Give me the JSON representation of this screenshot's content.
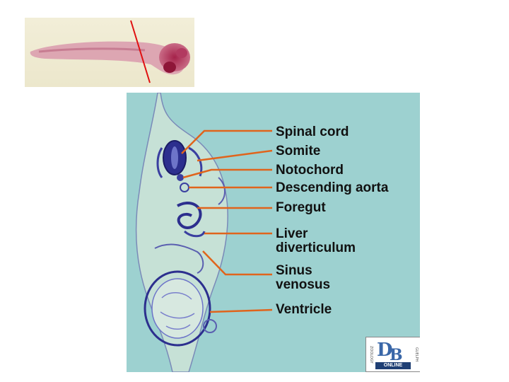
{
  "labels": [
    {
      "text": "Spinal cord"
    },
    {
      "text": "Somite"
    },
    {
      "text": "Notochord"
    },
    {
      "text": "Descending aorta"
    },
    {
      "text": "Foregut"
    },
    {
      "text": "Liver\ndiverticulum"
    },
    {
      "text": "Sinus\nvenosus"
    },
    {
      "text": "Ventricle"
    }
  ],
  "logo": {
    "left_text": "ZOOLOGY",
    "letters_d": "D",
    "letters_b": "B",
    "online_text": "ONLINE",
    "right_text": "GUELPH"
  },
  "colors": {
    "panel_background": "#9dd1d0",
    "leader_line": "#e0641c",
    "section_cut_line": "#e01010",
    "tissue_stain": "#3a3fa0"
  }
}
